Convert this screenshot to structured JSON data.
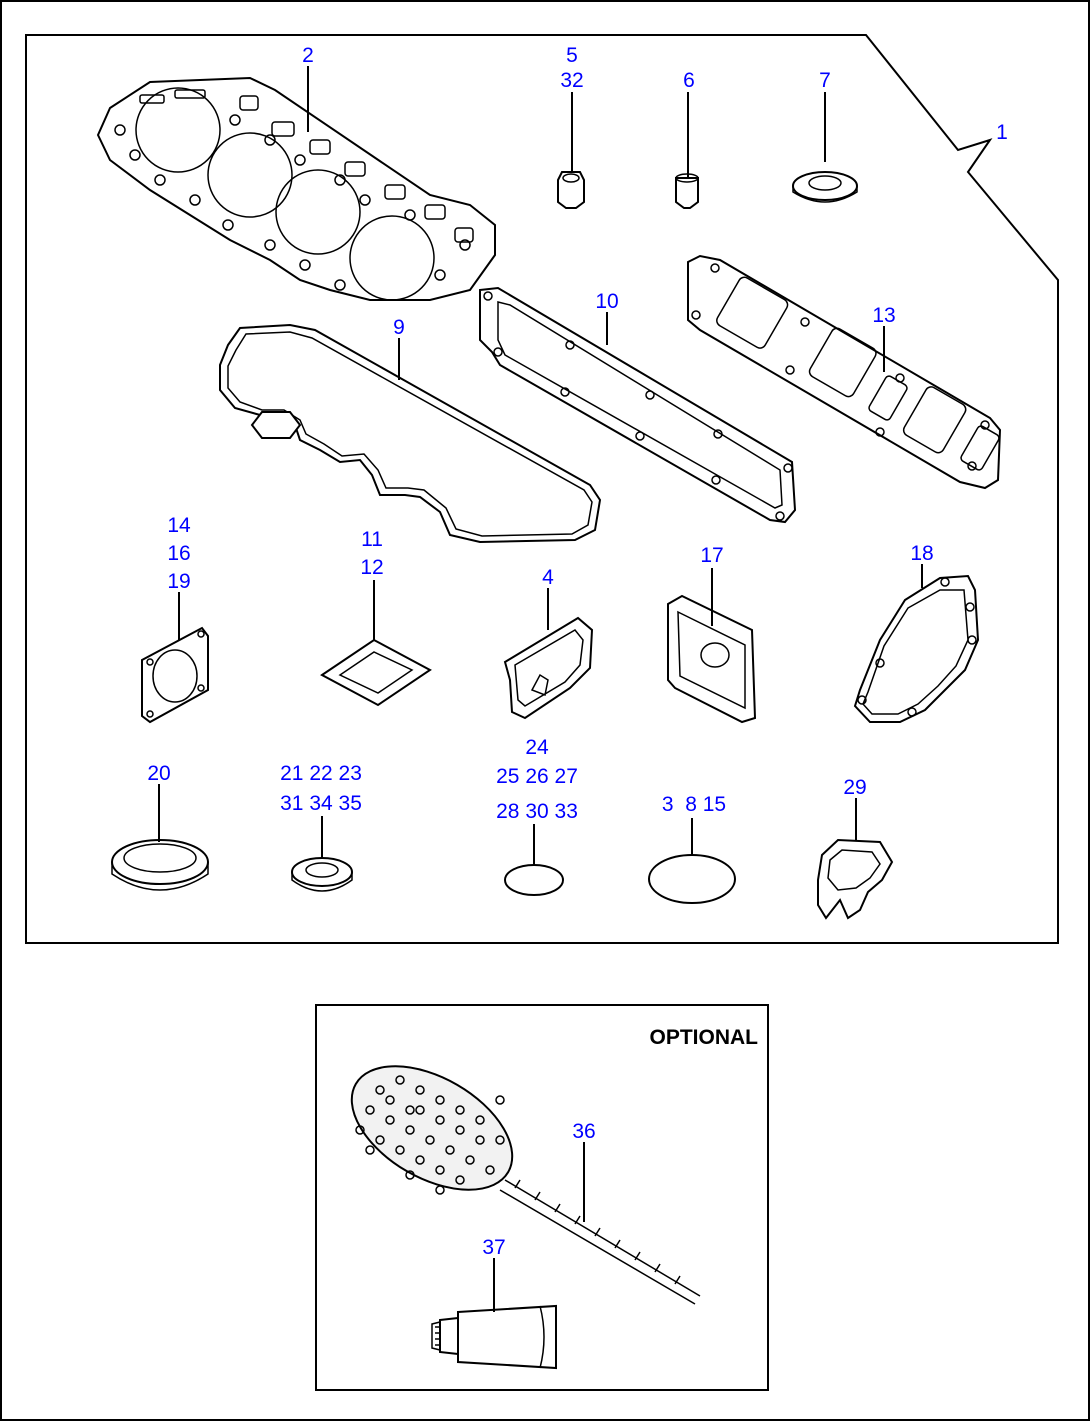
{
  "diagram": {
    "kit_callout": "1",
    "optional_label": "OPTIONAL",
    "callouts": {
      "c2": "2",
      "c5": "5",
      "c32": "32",
      "c6": "6",
      "c7": "7",
      "c9": "9",
      "c10": "10",
      "c13": "13",
      "c14": "14",
      "c16": "16",
      "c19": "19",
      "c11": "11",
      "c12": "12",
      "c4": "4",
      "c17": "17",
      "c18": "18",
      "c20": "20",
      "c21_23": "21 22 23",
      "c31_35": "31 34 35",
      "c24": "24",
      "c25_27": "25 26 27",
      "c28_33": "28 30 33",
      "c3_15": "3  8 15",
      "c29": "29",
      "c36": "36",
      "c37": "37"
    }
  }
}
